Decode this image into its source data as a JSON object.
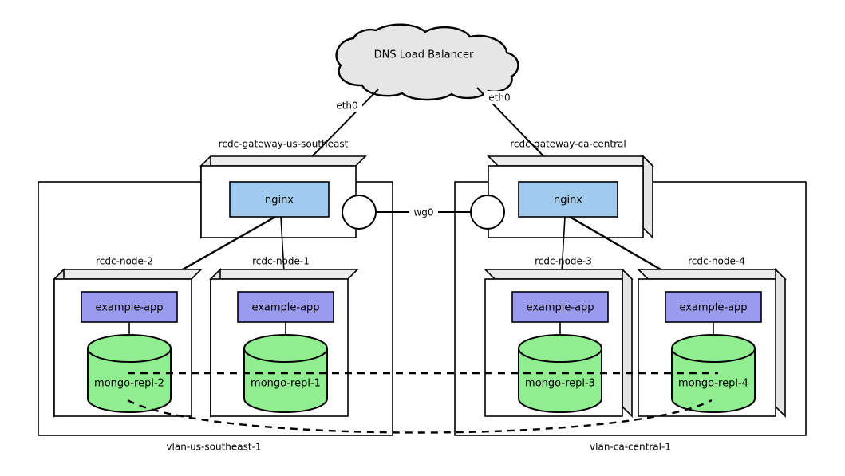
{
  "diagram": {
    "title": "DNS Load Balancer network topology",
    "cloud": {
      "label": "DNS Load Balancer",
      "fill": "#e6e6e6",
      "stroke": "#000000"
    },
    "interfaces": {
      "eth0_left": "eth0",
      "eth0_right": "eth0",
      "wg0": "wg0"
    },
    "gateways": [
      {
        "id": "gateway-us-southeast",
        "label": "rcdc-gateway-us-southeast",
        "service_label": "nginx",
        "service_fill": "#a0cbee",
        "shadow_side": "left"
      },
      {
        "id": "gateway-ca-central",
        "label": "rcdc-gateway-ca-central",
        "service_label": "nginx",
        "service_fill": "#a0cbee",
        "shadow_side": "right"
      }
    ],
    "vlans": [
      {
        "id": "vlan-us-southeast-1",
        "label": "vlan-us-southeast-1"
      },
      {
        "id": "vlan-ca-central-1",
        "label": "vlan-ca-central-1"
      }
    ],
    "nodes": [
      {
        "id": "rcdc-node-2",
        "label": "rcdc-node-2",
        "app_label": "example-app",
        "db_label": "mongo-repl-2",
        "shadow_side": "left",
        "vlan": "vlan-us-southeast-1"
      },
      {
        "id": "rcdc-node-1",
        "label": "rcdc-node-1",
        "app_label": "example-app",
        "db_label": "mongo-repl-1",
        "shadow_side": "left",
        "vlan": "vlan-us-southeast-1"
      },
      {
        "id": "rcdc-node-3",
        "label": "rcdc-node-3",
        "app_label": "example-app",
        "db_label": "mongo-repl-3",
        "shadow_side": "right",
        "vlan": "vlan-ca-central-1"
      },
      {
        "id": "rcdc-node-4",
        "label": "rcdc-node-4",
        "app_label": "example-app",
        "db_label": "mongo-repl-4",
        "shadow_side": "right",
        "vlan": "vlan-ca-central-1"
      }
    ],
    "colors": {
      "app_fill": "#9a9aee",
      "db_fill": "#90ee90",
      "nginx_fill": "#a0cbee",
      "cloud_fill": "#e6e6e6",
      "box_face": "#ffffff",
      "box_shadow": "#e8e8e8",
      "stroke": "#000000"
    }
  }
}
